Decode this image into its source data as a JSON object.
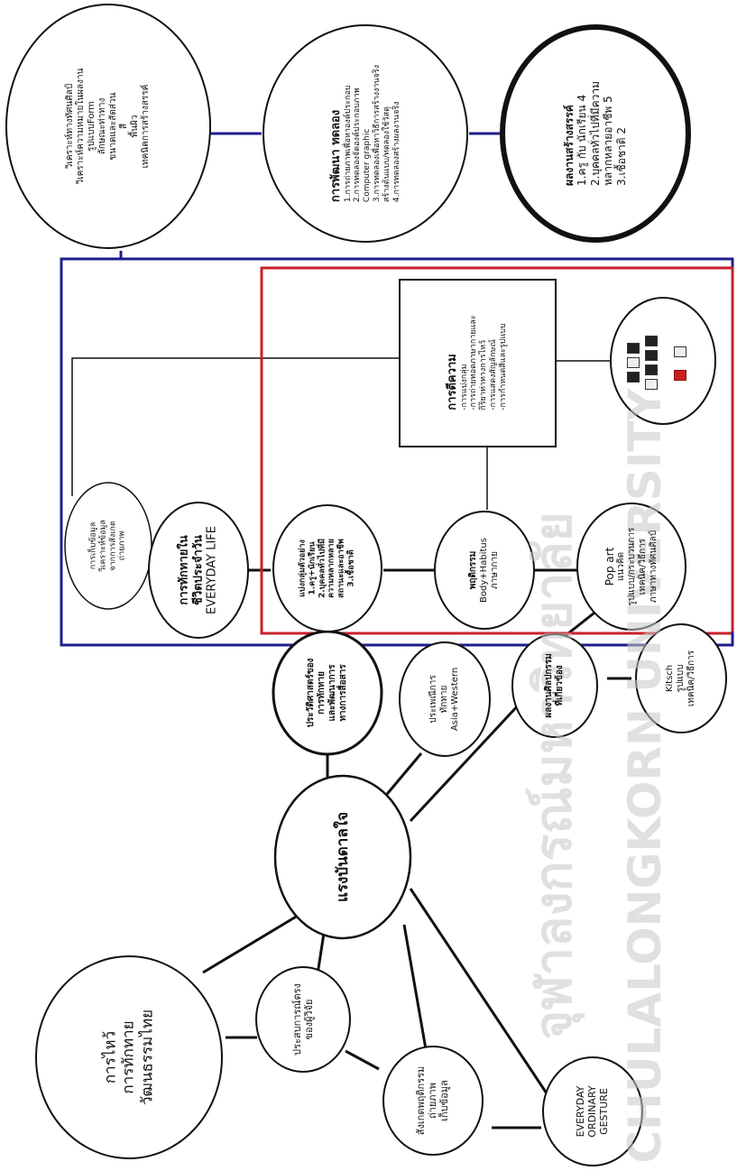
{
  "watermark": {
    "thai": "จุฬาลงกรณ์มหาวิทยาลัย",
    "english": "CHULALONGKORN UNIVERSITY"
  },
  "nodes": {
    "thai_gesture_culture": [
      "การไหว้",
      "การทักทาย",
      "วัฒนธรรมไทย"
    ],
    "researcher_experience": [
      "ประสบการณ์ตรง",
      "ของผู้วิจัย"
    ],
    "gesture_examples": [
      "สังเกตพฤติกรรม",
      "ถ่ายภาพ",
      "เก็บข้อมูล"
    ],
    "everyday_ordinary_gesture": [
      "EVERYDAY",
      "ORDINARY",
      "GESTURE"
    ],
    "inspiration": "แรงบันดาลใจ",
    "gesture_history": [
      "ประวัติศาสตร์ของ",
      "การทักทาย",
      "และพัฒนาการ",
      "ทางการสื่อสาร"
    ],
    "asian_western_gesture": [
      "ประเพณีการ",
      "ทักทาย",
      "Asia+Western"
    ],
    "related_artworks": [
      "ผลงานศิลปกรรม",
      "ที่เกี่ยวข้อง"
    ],
    "kitsch": [
      "Kitsch",
      "รูปแบบ",
      "เทคนิค/วิธีการ"
    ],
    "data_collection": [
      "การเก็บข้อมูล",
      "วิเคราะห์ข้อมูล",
      "จากการสังเกต",
      "ถ่ายภาพ"
    ],
    "greeting_everyday_life": [
      "การทักทายใน",
      "ชีวิตประจำวัน",
      "EVERYDAY LIFE"
    ],
    "sample_groups": [
      "แบ่งกลุ่มตัวอย่าง",
      "1.ครู+นักเรียน",
      "2.บุคคลทั่วไปที่มี",
      "ความหลากหลาย",
      "สถานะและอาชีพ",
      "3.เชื้อชาติ"
    ],
    "body_habitus": [
      "พฤติกรรม",
      "Body+Habitus",
      "ภาษากาย"
    ],
    "pop_art": [
      "Pop art",
      "แนวคิด",
      "รูปแบบ/กระบวนการ",
      "เทคนิค/วิธีการ",
      "ภาษาทางทัศนศิลป์"
    ],
    "interpretation": {
      "title": "การตีความ",
      "items": [
        "-การแบ่งกลุ่ม",
        "-การถ่ายทอดภาษากายและ",
        "กิริยาท่าทางการไหว้",
        "-การแสดงสัญลักษณ์",
        "-การกำหนดสีและรูปแบบ"
      ]
    },
    "visual_analysis": [
      "วิเคราะห์ทางทัศนศิลป์",
      "วิเคราะห์ความหมายในผลงาน",
      "รูปแบบForm",
      "ลักษณะท่าทาง",
      "ขนาดและสัดส่วน",
      "สี",
      "พื้นผิว",
      "เทคนิคการสร้างสรรค์"
    ],
    "experiment": {
      "title": "การพัฒนา ทดลอง",
      "items": [
        "1.การถ่ายภาพเพื่อหาองค์ประกอบ",
        "2.การทดลองจัดองค์ประกอบภาพ",
        "Computer graphic",
        "3.การทดลองเพื่อหาวิธีการสร้างงานจริง",
        "สร้างต้นแบบ/ทดลองใช้วัสดุ",
        "4.การทดลองสร้างผลงานจริง"
      ]
    },
    "outcome": {
      "title": "ผลงานสร้างสรรค์",
      "items": [
        "1.ครู กับ นักเรียน 4",
        "2.บุคคลทั่วไปที่มีความ",
        "หลากหลายอาชีพ 5",
        "3.เชื้อชาติ 2"
      ]
    }
  },
  "colors": {
    "blue_frame": "#1e1e8c",
    "red_frame": "#c8202a",
    "line": "#111111",
    "watermark": "#c8c8c8"
  }
}
